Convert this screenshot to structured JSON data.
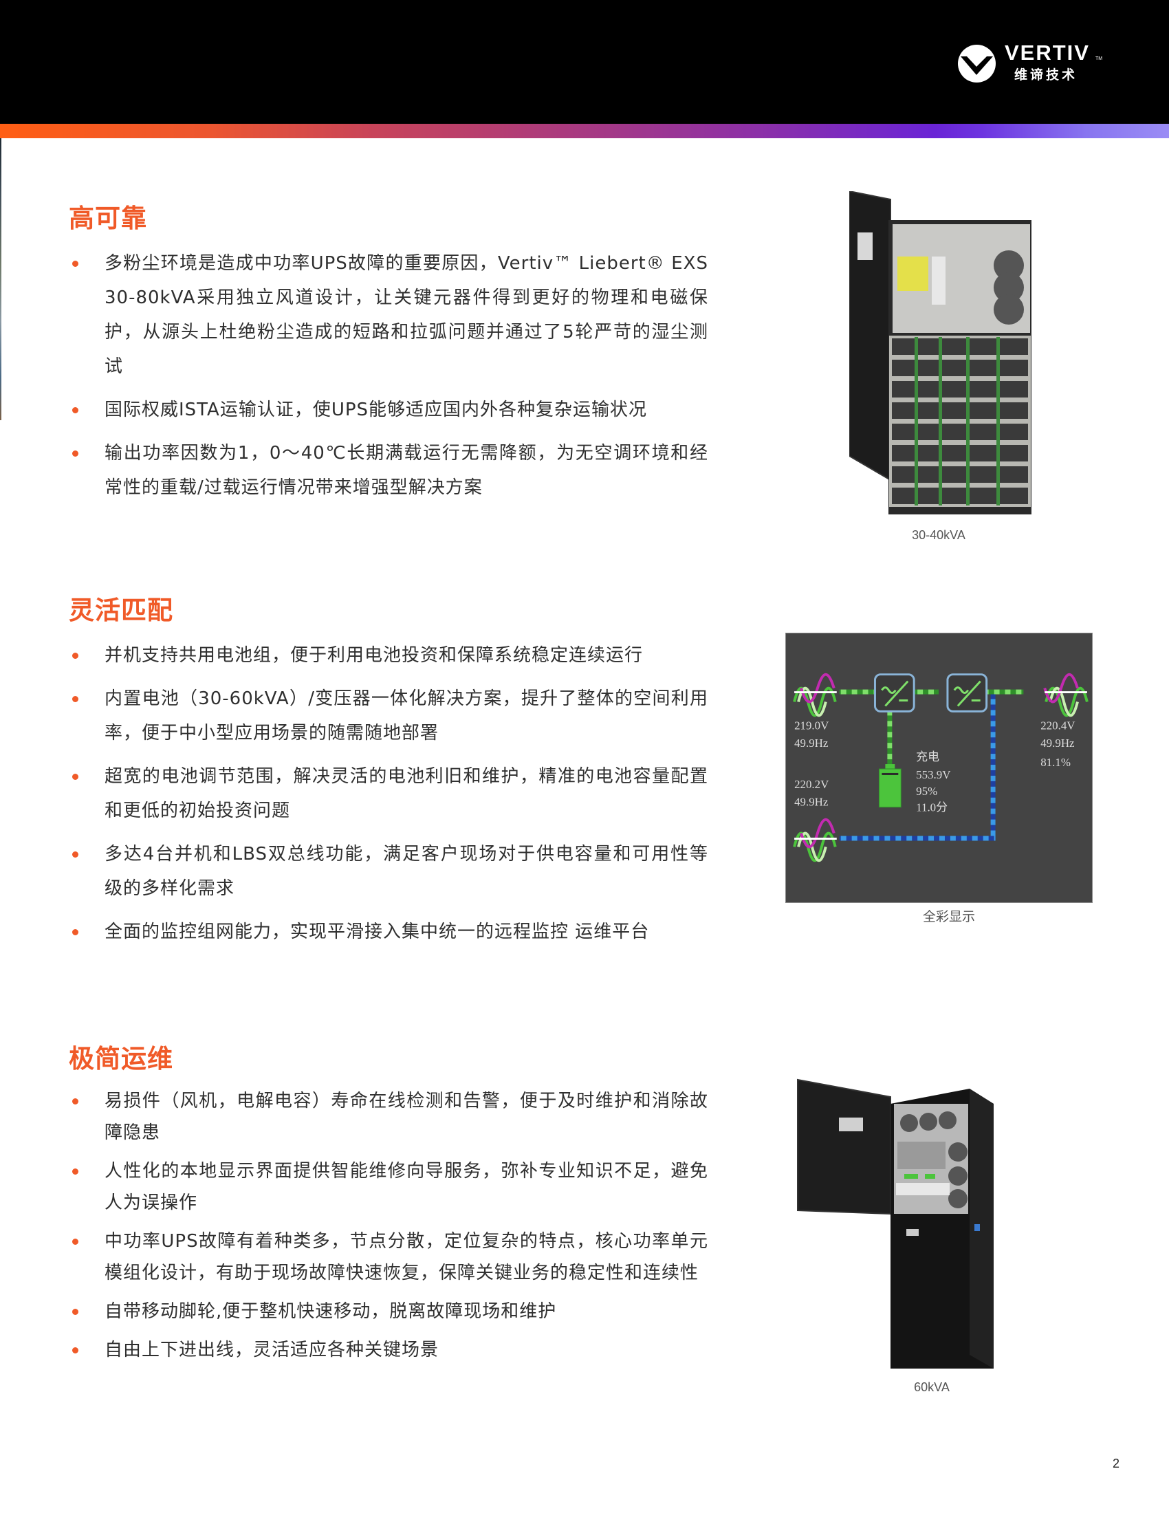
{
  "brand": {
    "name": "VERTIV",
    "trademark": "TM",
    "chinese_name": "维谛技术",
    "accent_color": "#f05a28",
    "gradient_colors": [
      "#ff5e14",
      "#c8445a",
      "#6a24d6",
      "#9a8cf5"
    ]
  },
  "sections": [
    {
      "title": "高可靠",
      "bullets": [
        "多粉尘环境是造成中功率UPS故障的重要原因，Vertiv™ Liebert® EXS 30-80kVA采用独立风道设计，让关键元器件得到更好的物理和电磁保护，从源头上杜绝粉尘造成的短路和拉弧问题并通过了5轮严苛的湿尘测试",
        "国际权威ISTA运输认证，使UPS能够适应国内外各种复杂运输状况",
        "输出功率因数为1，0～40℃长期满载运行无需降额，为无空调环境和经常性的重载/过载运行情况带来增强型解决方案"
      ],
      "figure_caption": "30-40kVA"
    },
    {
      "title": "灵活匹配",
      "bullets": [
        "并机支持共用电池组，便于利用电池投资和保障系统稳定连续运行",
        "内置电池（30-60kVA）/变压器一体化解决方案，提升了整体的空间利用率，便于中小型应用场景的随需随地部署",
        "超宽的电池调节范围，解决灵活的电池利旧和维护，精准的电池容量配置和更低的初始投资问题",
        "多达4台并机和LBS双总线功能，满足客户现场对于供电容量和可用性等级的多样化需求",
        "全面的监控组网能力，实现平滑接入集中统一的远程监控 运维平台"
      ],
      "figure_caption": "全彩显示"
    },
    {
      "title": "极简运维",
      "bullets": [
        "易损件（风机，电解电容）寿命在线检测和告警，便于及时维护和消除故障隐患",
        "人性化的本地显示界面提供智能维修向导服务，弥补专业知识不足，避免人为误操作",
        "中功率UPS故障有着种类多，节点分散，定位复杂的特点，核心功率单元模组化设计，有助于现场故障快速恢复，保障关键业务的稳定性和连续性",
        "自带移动脚轮,便于整机快速移动，脱离故障现场和维护",
        "自由上下进出线，灵活适应各种关键场景"
      ],
      "figure_caption": "60kVA"
    }
  ],
  "display_diagram": {
    "input_main": {
      "voltage": "219.0V",
      "frequency": "49.9Hz"
    },
    "input_bypass": {
      "voltage": "220.2V",
      "frequency": "49.9Hz"
    },
    "output": {
      "voltage": "220.4V",
      "frequency": "49.9Hz",
      "load": "81.1%"
    },
    "battery": {
      "status": "充电",
      "voltage": "553.9V",
      "capacity": "95%",
      "backup_time": "11.0分"
    },
    "colors": {
      "background": "#444444",
      "main_path": "#4cc43c",
      "bypass_path": "#2a6fd6",
      "module_border": "#8ab4d8"
    }
  },
  "page_number": "2"
}
